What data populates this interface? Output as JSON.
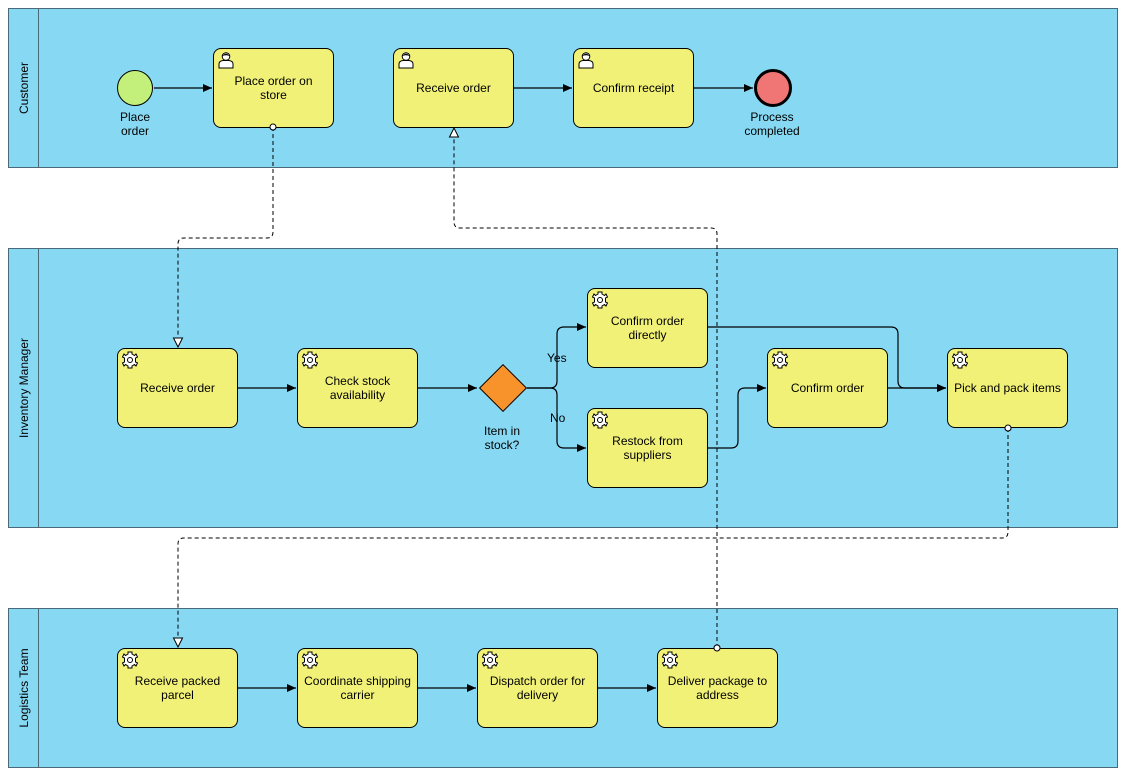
{
  "colors": {
    "pool_fill": "#87d9f3",
    "task_fill": "#f1f178",
    "start_event": "#c2f07a",
    "end_event": "#f07575",
    "gateway": "#f7932a"
  },
  "pools": {
    "customer": "Customer",
    "inventory": "Inventory Manager",
    "logistics": "Logistics Team"
  },
  "customer": {
    "start_event": "Place order",
    "place_order": "Place order on store",
    "receive_order": "Receive order",
    "confirm_receipt": "Confirm receipt",
    "end_event": "Process completed"
  },
  "inventory": {
    "receive_order": "Receive order",
    "check_stock": "Check stock availability",
    "gateway": "Item in stock?",
    "yes": "Yes",
    "no": "No",
    "confirm_directly": "Confirm order directly",
    "restock": "Restock from suppliers",
    "confirm_order": "Confirm order",
    "pick_pack": "Pick and pack items"
  },
  "logistics": {
    "receive_parcel": "Receive packed parcel",
    "coordinate": "Coordinate shipping carrier",
    "dispatch": "Dispatch order for delivery",
    "deliver": "Deliver package to address"
  },
  "icons": {
    "user_task": "user-icon",
    "service_task": "gear-icon"
  }
}
